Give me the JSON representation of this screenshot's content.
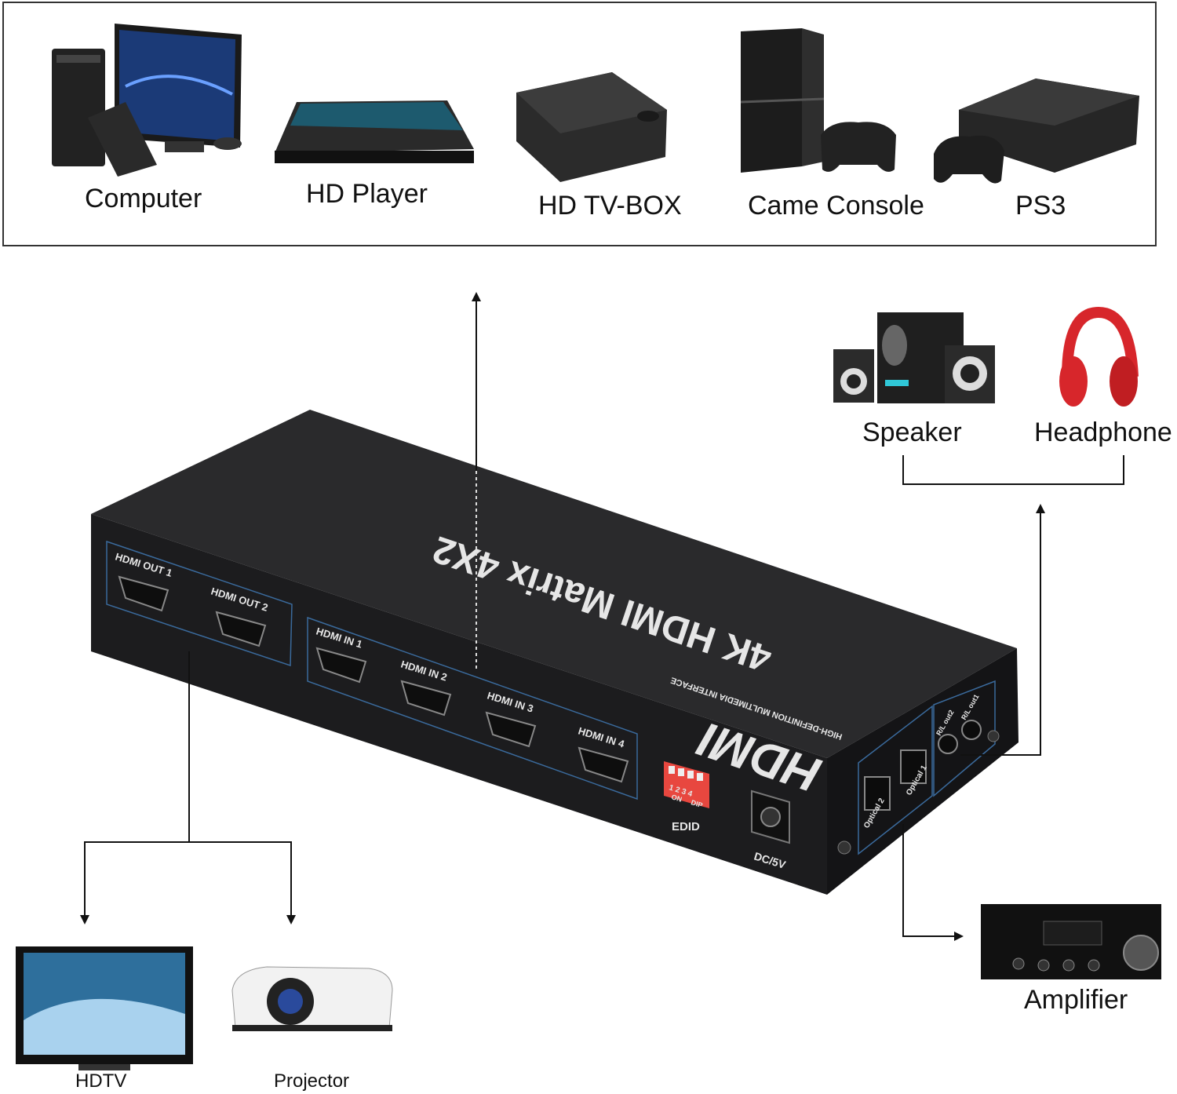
{
  "sources": {
    "items": [
      {
        "label": "Computer",
        "icon": "computer-icon"
      },
      {
        "label": "HD Player",
        "icon": "hd-player-icon"
      },
      {
        "label": "HD TV-BOX",
        "icon": "tv-box-icon"
      },
      {
        "label": "Came Console",
        "icon": "game-console-icon"
      },
      {
        "label": "PS3",
        "icon": "ps3-icon"
      }
    ]
  },
  "audio_outputs": {
    "items": [
      {
        "label": "Speaker",
        "icon": "speaker-icon"
      },
      {
        "label": "Headphone",
        "icon": "headphone-icon"
      }
    ]
  },
  "display_outputs": {
    "items": [
      {
        "label": "HDTV",
        "icon": "tv-icon"
      },
      {
        "label": "Projector",
        "icon": "projector-icon"
      }
    ]
  },
  "amplifier": {
    "label": "Amplifier",
    "icon": "amplifier-icon"
  },
  "device": {
    "title": "4K HDMI Matrix 4X2",
    "brand": "HDMI",
    "brand_tagline": "HIGH-DEFINITION MULTIMEDIA INTERFACE",
    "outputs": [
      "HDMI OUT 1",
      "HDMI OUT 2"
    ],
    "inputs": [
      "HDMI IN 1",
      "HDMI IN 2",
      "HDMI IN 3",
      "HDMI IN 4"
    ],
    "edid_label": "EDID",
    "dip_numbers": "1 2 3 4",
    "dip_on": "ON",
    "dip_text": "DIP",
    "power_label": "DC/5V",
    "optical": [
      "Optical 2",
      "Optical 1"
    ],
    "rl_outs": [
      "R/L out2",
      "R/L out1"
    ]
  },
  "colors": {
    "device_body": "#1c1c1e",
    "port_outline": "#3a6a9c",
    "dip_switch": "#e8473f",
    "headphone": "#d7262b",
    "arrow": "#111111"
  }
}
